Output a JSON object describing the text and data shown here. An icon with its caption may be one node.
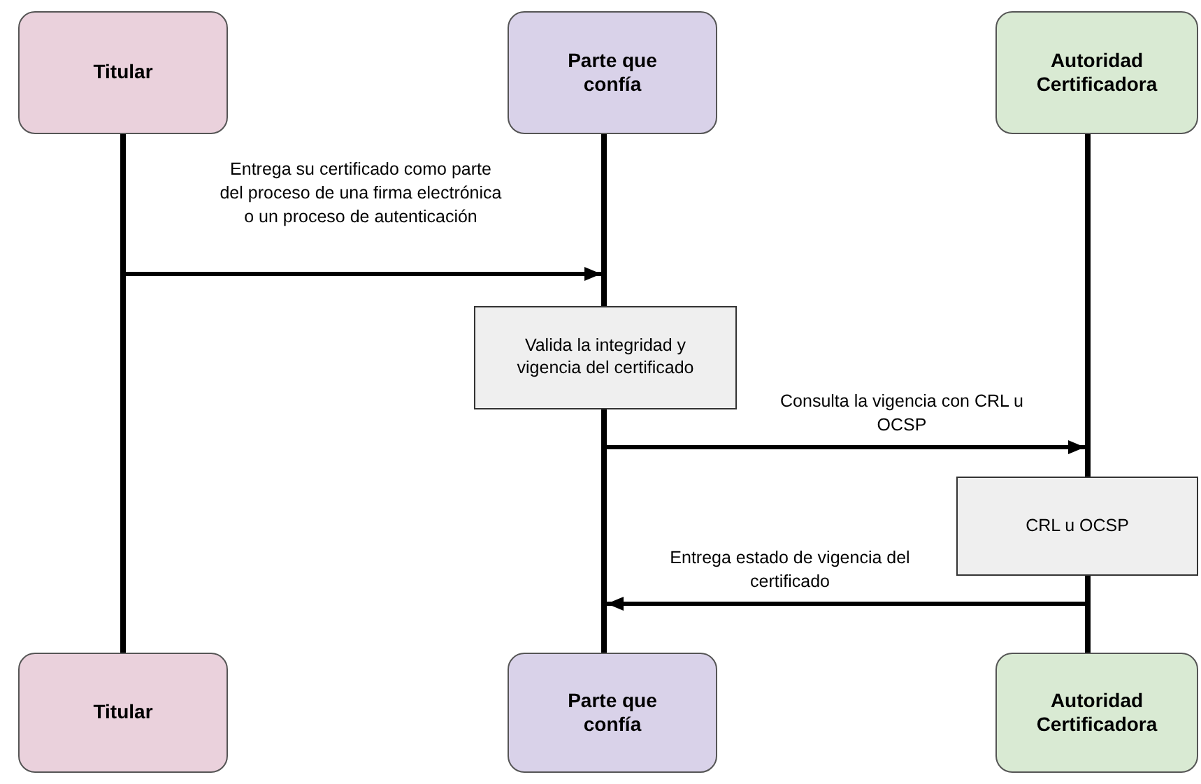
{
  "diagram": {
    "nodes": [
      {
        "text": [
          "Titular"
        ]
      },
      {
        "text": [
          "Parte que confía"
        ]
      },
      {
        "text": [
          "Autoridad Certificadora"
        ]
      },
      {
        "text": [],
        "shape": "bar"
      },
      {
        "text": [],
        "shape": "bar"
      },
      {
        "text": [
          "Valida la integridad y vigencia del certificado"
        ]
      },
      {
        "text": [],
        "shape": "bar"
      },
      {
        "text": [],
        "shape": "bar"
      },
      {
        "text": [
          "CRL u OCSP"
        ]
      },
      {
        "text": [],
        "shape": "bar"
      },
      {
        "text": [
          "Titular"
        ]
      },
      {
        "text": [
          "Parte que confía"
        ]
      },
      {
        "text": [
          "Autoridad Certificadora"
        ]
      }
    ],
    "edges": [
      {
        "from": 3,
        "to": 4,
        "arrow": "to",
        "label": "Entrega su certificado como parte del proceso de una firma electrónica o un proceso de autenticación"
      },
      {
        "from": 6,
        "to": 7,
        "arrow": "to",
        "label": "Consulta la vigencia con CRL u OCSP"
      },
      {
        "from": 9,
        "to": 6,
        "arrow": "to",
        "label": "Entrega estado de vigencia del certificado"
      }
    ]
  }
}
